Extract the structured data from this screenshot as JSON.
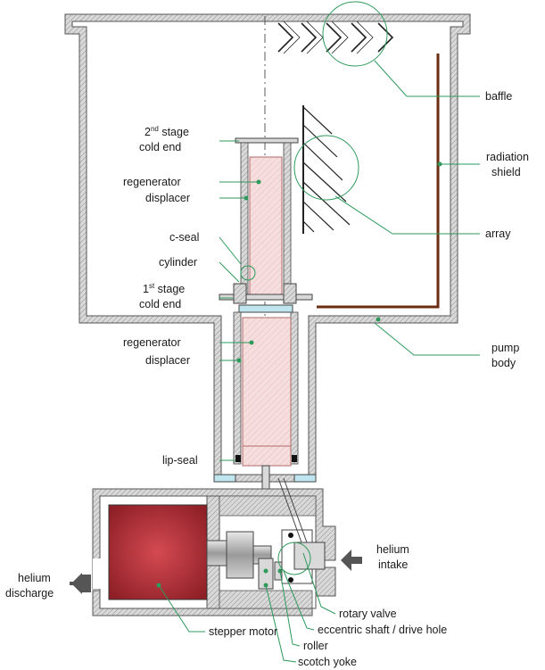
{
  "colors": {
    "hatch": "#7f7f7f",
    "wall_fill": "#d9d9d9",
    "leader": "#2e9a5c",
    "motor": "#b8323a",
    "displacer_fill": "#f7dede",
    "seal_blue": "#bfe6ef",
    "radiation_shield": "#6b2d12",
    "arrow": "#555555"
  },
  "labels": {
    "baffle": "baffle",
    "radiation_shield_1": "radiation",
    "radiation_shield_2": "shield",
    "array": "array",
    "pump_body_1": "pump",
    "pump_body_2": "body",
    "stage2_num": "2",
    "stage2_sup": "nd",
    "stage2_rest": " stage",
    "stage2_line2": "cold end",
    "regen_upper_1": "regenerator",
    "regen_upper_2": "displacer",
    "c_seal": "c-seal",
    "cylinder": "cylinder",
    "stage1_num": "1",
    "stage1_sup": "st",
    "stage1_rest": " stage",
    "stage1_line2": "cold end",
    "regen_lower_1": "regenerator",
    "regen_lower_2": "displacer",
    "lip_seal": "lip-seal",
    "helium_intake_1": "helium",
    "helium_intake_2": "intake",
    "helium_discharge_1": "helium",
    "helium_discharge_2": "discharge",
    "rotary_valve": "rotary valve",
    "eccentric_shaft": "eccentric shaft / drive hole",
    "stepper_motor": "stepper motor",
    "roller": "roller",
    "scotch_yoke": "scotch yoke"
  }
}
